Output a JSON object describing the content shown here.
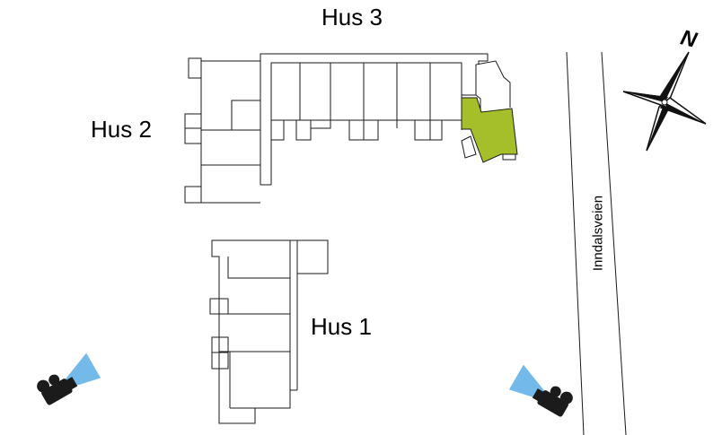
{
  "buildings": {
    "hus1": {
      "label": "Hus 1"
    },
    "hus2": {
      "label": "Hus 2"
    },
    "hus3": {
      "label": "Hus 3"
    }
  },
  "road": {
    "label": "Inndalsveien"
  },
  "compass": {
    "north_label": "N"
  },
  "highlight": {
    "unit": "hus3-end-unit",
    "color": "#a4bf2a"
  },
  "colors": {
    "outline": "#1a1a1a",
    "camera_body": "#1b1b1b",
    "camera_beam": "#5aaee8"
  },
  "viewpoint_icons": [
    "camera-icon",
    "camera-icon"
  ]
}
